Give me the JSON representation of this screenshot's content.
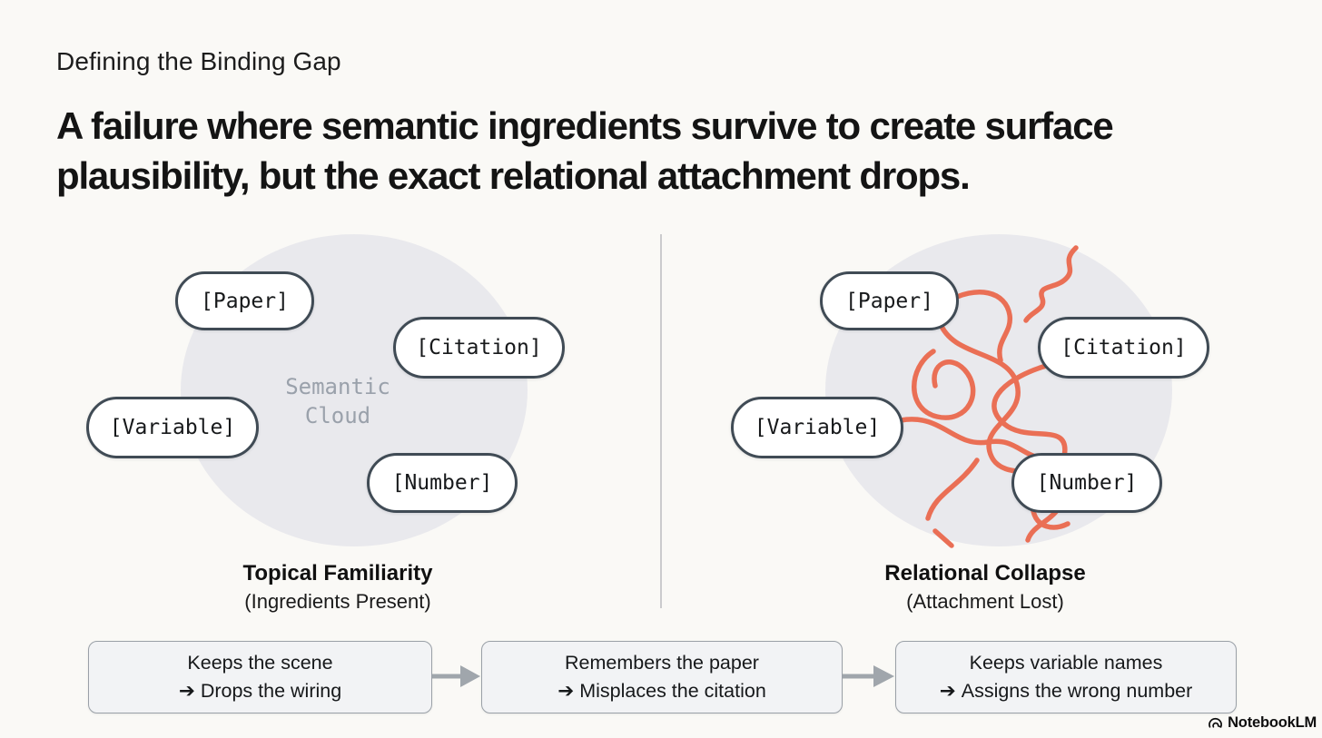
{
  "header": {
    "eyebrow": "Defining the Binding Gap",
    "headline_line1": "A failure where semantic ingredients survive to create surface",
    "headline_line2": "plausibility, but the exact relational attachment drops."
  },
  "panels": {
    "left": {
      "cloud_label_line1": "Semantic",
      "cloud_label_line2": "Cloud",
      "pills": [
        "[Paper]",
        "[Citation]",
        "[Variable]",
        "[Number]"
      ],
      "caption_title": "Topical Familiarity",
      "caption_subtitle": "(Ingredients Present)"
    },
    "right": {
      "pills": [
        "[Paper]",
        "[Citation]",
        "[Variable]",
        "[Number]"
      ],
      "caption_title": "Relational Collapse",
      "caption_subtitle": "(Attachment Lost)"
    }
  },
  "flow": {
    "arrow_glyph": "➔",
    "steps": [
      {
        "line1": "Keeps the scene",
        "line2": "Drops the wiring"
      },
      {
        "line1": "Remembers the paper",
        "line2": "Misplaces the citation"
      },
      {
        "line1": "Keeps variable names",
        "line2": "Assigns the wrong number"
      }
    ]
  },
  "branding": {
    "logo_text": "NotebookLM"
  },
  "colors": {
    "background": "#faf9f6",
    "cloud_fill": "#e9e9ed",
    "pill_border": "#404b55",
    "tangle_red": "#ea6f55",
    "box_fill": "#f2f3f5",
    "box_border": "#9aa0a7",
    "divider": "#cbcbcd",
    "cloud_label_text": "#9aa1ab"
  }
}
